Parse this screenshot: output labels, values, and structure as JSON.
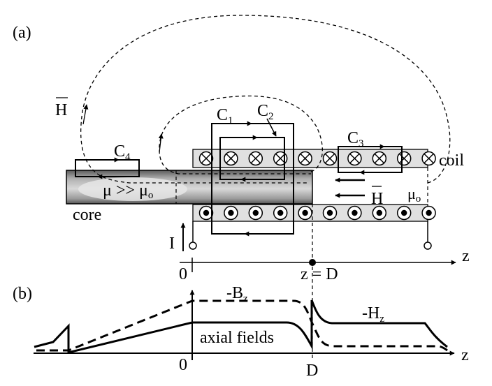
{
  "figure": {
    "panel_a": {
      "label": "(a)",
      "h_field_label": "H",
      "h_field_overbar": true,
      "contours": [
        {
          "id": "C1",
          "base": "C",
          "sub": "1"
        },
        {
          "id": "C2",
          "base": "C",
          "sub": "2"
        },
        {
          "id": "C3",
          "base": "C",
          "sub": "3"
        },
        {
          "id": "C4",
          "base": "C",
          "sub": "4"
        }
      ],
      "coil_label": "coil",
      "core_label": "core",
      "core_permeability": {
        "mu": "μ",
        "relation": ">>",
        "mu0_base": "μ",
        "mu0_sub": "o"
      },
      "outside_permeability": {
        "base": "μ",
        "sub": "o"
      },
      "inner_h_label": "H",
      "current_label": "I",
      "top_coil_turns": 10,
      "bottom_coil_turns": 10,
      "top_symbol": "into-page (⊗)",
      "bottom_symbol": "out-of-page (⊙)",
      "axis": {
        "label": "z",
        "origin_label": "0",
        "marker_label": "z = D"
      }
    },
    "panel_b": {
      "label": "(b)",
      "bz_label": {
        "base": "-B",
        "sub": "z"
      },
      "hz_label": {
        "base": "-H",
        "sub": "z"
      },
      "caption": "axial fields",
      "origin_label": "0",
      "d_label": "D",
      "axis_label": "z"
    },
    "colors": {
      "coil_fill": "#e0e0e0",
      "core_dark": "#6a6a6a",
      "core_light": "#d8d8d8",
      "ink": "#000000"
    }
  }
}
